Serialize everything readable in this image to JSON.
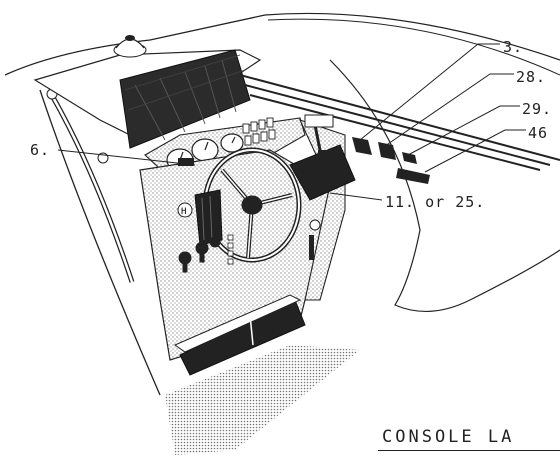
{
  "callouts": {
    "item_3": "3.",
    "item_28": "28.",
    "item_29": "29.",
    "item_46": "46",
    "item_6": "6.",
    "item_11_25": "11. or 25."
  },
  "caption": "CONSOLE LA",
  "colors": {
    "line": "#222222",
    "windshield_dark": "#2a2a2a",
    "stipple": "#9a9a9a"
  }
}
